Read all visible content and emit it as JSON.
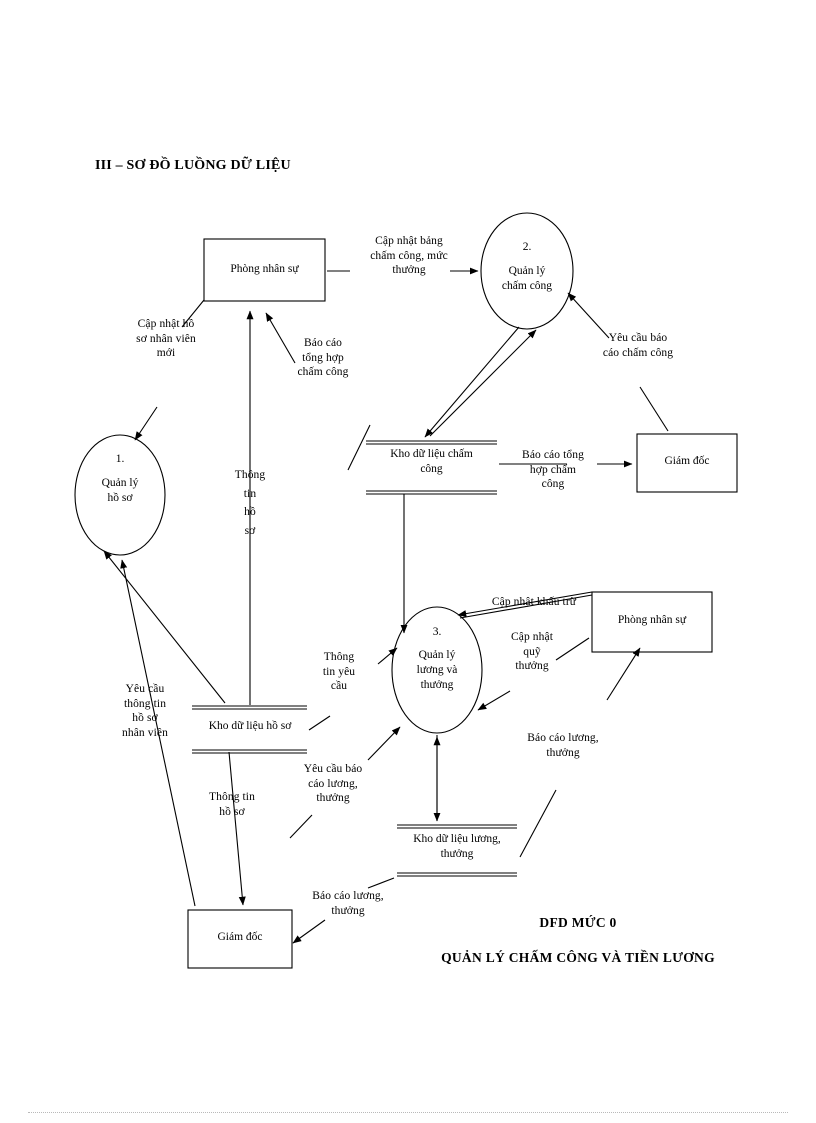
{
  "document": {
    "title": "III – SƠ ĐỒ LUỒNG DỮ LIỆU",
    "caption_line1": "DFD MỨC 0",
    "caption_line2": "QUẢN LÝ CHẤM CÔNG VÀ TIỀN LƯƠNG"
  },
  "diagram": {
    "type": "data-flow-diagram",
    "stroke_color": "#000000",
    "fill_color": "#ffffff",
    "external_entities": [
      {
        "id": "hr-top",
        "label": "Phòng nhân sự",
        "shape": "rectangle"
      },
      {
        "id": "director-right",
        "label": "Giám đốc",
        "shape": "rectangle"
      },
      {
        "id": "hr-right",
        "label": "Phòng nhân sự",
        "shape": "rectangle"
      },
      {
        "id": "director-bottom",
        "label": "Giám  đốc",
        "shape": "rectangle"
      }
    ],
    "processes": [
      {
        "id": "p1",
        "number": "1.",
        "label": "Quản lý\nhồ sơ",
        "shape": "ellipse"
      },
      {
        "id": "p2",
        "number": "2.",
        "label": "Quản lý\nchấm công",
        "shape": "ellipse"
      },
      {
        "id": "p3",
        "number": "3.",
        "label": "Quản lý\nlương và\nthưởng",
        "shape": "ellipse"
      }
    ],
    "data_stores": [
      {
        "id": "ds-timekeeping",
        "label": "Kho dữ liệu chấm\ncông",
        "shape": "open-rectangle"
      },
      {
        "id": "ds-records",
        "label": "Kho dữ liệu hồ sơ",
        "shape": "open-rectangle"
      },
      {
        "id": "ds-payroll",
        "label": "Kho dữ liệu lương,\nthưởng",
        "shape": "open-rectangle"
      }
    ],
    "flow_labels": [
      {
        "id": "f1",
        "text": "Cập nhật bảng\nchấm công, mức\nthưởng"
      },
      {
        "id": "f2",
        "text": "Cập nhật hồ\nsơ nhân viên\nmới"
      },
      {
        "id": "f3",
        "text": "Báo cáo\ntổng hợp\nchấm công"
      },
      {
        "id": "f4",
        "text": "Yêu cầu báo\ncáo chấm công"
      },
      {
        "id": "f5",
        "text": "Báo cáo tổng\nhợp chấm\ncông"
      },
      {
        "id": "f6",
        "text": "Thông\ntin\nhồ\nsơ"
      },
      {
        "id": "f7",
        "text": "Yêu cầu\nthông tin\nhồ sơ\nnhân viên"
      },
      {
        "id": "f8",
        "text": "Thông tin\nhồ sơ"
      },
      {
        "id": "f9",
        "text": "Thông\ntin yêu\ncầu"
      },
      {
        "id": "f10",
        "text": "Yêu cầu báo\ncáo lương,\nthưởng"
      },
      {
        "id": "f11",
        "text": "Cập nhật khấu trừ"
      },
      {
        "id": "f12",
        "text": "Cập nhật\nquỹ\nthưởng"
      },
      {
        "id": "f13",
        "text": "Báo cáo lương,\nthưởng"
      },
      {
        "id": "f14",
        "text": "Báo cáo lương,\nthưởng"
      }
    ]
  }
}
